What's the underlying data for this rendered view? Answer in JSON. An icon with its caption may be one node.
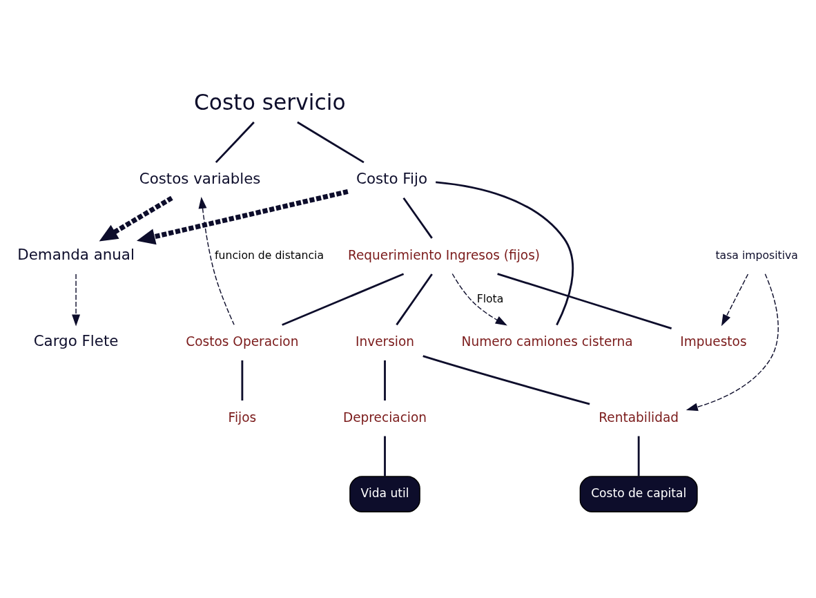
{
  "diagram": {
    "nodes": [
      {
        "text": [
          "Costo servicio"
        ]
      },
      {
        "text": [
          "Costo Fijo"
        ]
      },
      {
        "text": [
          "Costos variables"
        ]
      },
      {
        "text": [
          "Requerimiento Ingresos (fijos)"
        ]
      },
      {
        "text": [
          "Costos Operacion"
        ]
      },
      {
        "text": [
          "Fijos"
        ]
      },
      {
        "text": [
          "Inversion"
        ]
      },
      {
        "text": [
          "Depreciacion"
        ]
      },
      {
        "text": [
          "Rentabilidad"
        ]
      },
      {
        "text": [
          "Impuestos"
        ]
      },
      {
        "text": [
          "Numero camiones cisterna"
        ]
      },
      {
        "text": [
          "Vida util"
        ]
      },
      {
        "text": [
          "Costo de capital"
        ]
      },
      {
        "text": [
          "Demanda anual"
        ]
      },
      {
        "text": [
          "Cargo Flete"
        ]
      },
      {
        "text": [
          "tasa impositiva"
        ]
      }
    ],
    "edges": [
      {
        "from": 0,
        "to": 1,
        "arrow": "none"
      },
      {
        "from": 0,
        "to": 2,
        "arrow": "none"
      },
      {
        "from": 1,
        "to": 3,
        "arrow": "none"
      },
      {
        "from": 1,
        "to": 10,
        "arrow": "none"
      },
      {
        "from": 3,
        "to": 4,
        "arrow": "none"
      },
      {
        "from": 3,
        "to": 6,
        "arrow": "none"
      },
      {
        "from": 3,
        "to": 9,
        "arrow": "none"
      },
      {
        "from": 4,
        "to": 5,
        "arrow": "none"
      },
      {
        "from": 6,
        "to": 7,
        "arrow": "none"
      },
      {
        "from": 6,
        "to": 8,
        "arrow": "none"
      },
      {
        "from": 7,
        "to": 11,
        "arrow": "none"
      },
      {
        "from": 8,
        "to": 12,
        "arrow": "none"
      },
      {
        "from": 1,
        "to": 13,
        "arrow": "to",
        "style": "dashed"
      },
      {
        "from": 2,
        "to": 13,
        "arrow": "to",
        "style": "dashed"
      },
      {
        "from": 4,
        "to": 2,
        "arrow": "to",
        "style": "dashed",
        "label": "funcion de distancia"
      },
      {
        "from": 3,
        "to": 10,
        "arrow": "to",
        "style": "dashed",
        "label": "Flota"
      },
      {
        "from": 13,
        "to": 14,
        "arrow": "to",
        "style": "dashed"
      },
      {
        "from": 15,
        "to": 9,
        "arrow": "to",
        "style": "dashed"
      },
      {
        "from": 15,
        "to": 8,
        "arrow": "to",
        "style": "dashed"
      }
    ]
  }
}
